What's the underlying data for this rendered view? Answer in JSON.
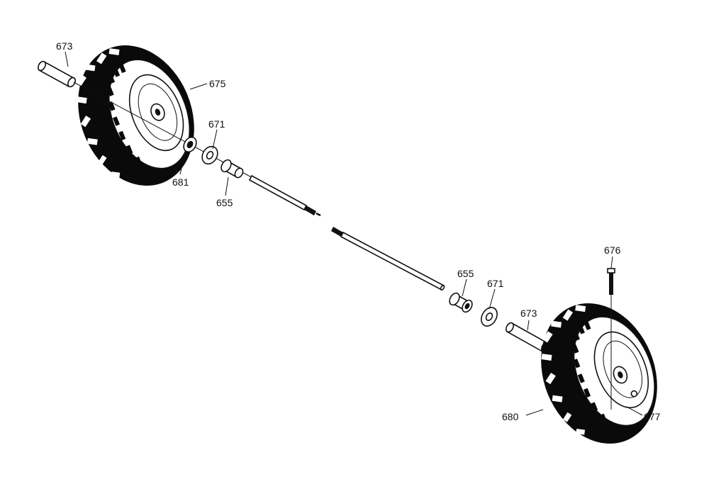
{
  "diagram": {
    "labels": {
      "axle_sleeve_left": "673",
      "wheel_left": "675",
      "washer_left": "671",
      "spacer_left": "681",
      "bushing_left": "655",
      "bolt": "676",
      "bushing_right": "655",
      "washer_right": "671",
      "axle_sleeve_right": "673",
      "wheel_right": "680",
      "nut": "677"
    },
    "icons": {
      "tire_left": "tire-icon",
      "tire_right": "tire-icon"
    },
    "colors": {
      "ink": "#111111",
      "paper": "#ffffff"
    }
  }
}
